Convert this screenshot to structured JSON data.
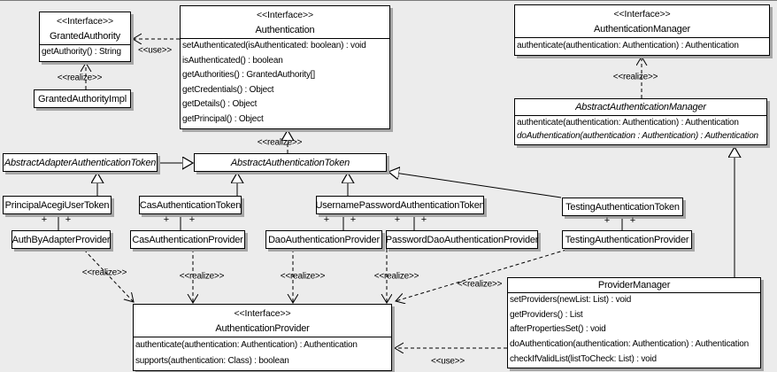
{
  "labels": {
    "realize": "<<realize>>",
    "use": "<<use>>",
    "plus": "+"
  },
  "colors": {
    "background": "#ececec",
    "box_fill": "#ffffff",
    "line": "#000000",
    "shadow": "#a6a6a6"
  },
  "classes": {
    "granted_authority": {
      "stereotype": "<<Interface>>",
      "name": "GrantedAuthority",
      "methods": [
        "getAuthority() : String"
      ]
    },
    "granted_authority_impl": {
      "name": "GrantedAuthorityImpl"
    },
    "authentication": {
      "stereotype": "<<Interface>>",
      "name": "Authentication",
      "methods": [
        "setAuthenticated(isAuthenticated: boolean) : void",
        "isAuthenticated() : boolean",
        "getAuthorities() : GrantedAuthority[]",
        "getCredentials() : Object",
        "getDetails() : Object",
        "getPrincipal() : Object"
      ]
    },
    "authentication_manager": {
      "stereotype": "<<Interface>>",
      "name": "AuthenticationManager",
      "methods": [
        "authenticate(authentication: Authentication) : Authentication"
      ]
    },
    "abstract_authentication_manager": {
      "name": "AbstractAuthenticationManager",
      "methods": [
        "authenticate(authentication: Authentication) : Authentication",
        "doAuthentication(authentication : Authentication) : Authentication"
      ]
    },
    "abstract_adapter_authentication_token": {
      "name": "AbstractAdapterAuthenticationToken"
    },
    "abstract_authentication_token": {
      "name": "AbstractAuthenticationToken"
    },
    "principal_acegi_user_token": {
      "name": "PrincipalAcegiUserToken"
    },
    "cas_authentication_token": {
      "name": "CasAuthenticationToken"
    },
    "username_password_authentication_token": {
      "name": "UsernamePasswordAuthenticationToken"
    },
    "testing_authentication_token": {
      "name": "TestingAuthenticationToken"
    },
    "auth_by_adapter_provider": {
      "name": "AuthByAdapterProvider"
    },
    "cas_authentication_provider": {
      "name": "CasAuthenticationProvider"
    },
    "dao_authentication_provider": {
      "name": "DaoAuthenticationProvider"
    },
    "password_dao_authentication_provider": {
      "name": "PasswordDaoAuthenticationProvider"
    },
    "testing_authentication_provider": {
      "name": "TestingAuthenticationProvider"
    },
    "authentication_provider": {
      "stereotype": "<<Interface>>",
      "name": "AuthenticationProvider",
      "methods": [
        "authenticate(authentication: Authentication) : Authentication",
        "supports(authentication: Class) : boolean"
      ]
    },
    "provider_manager": {
      "name": "ProviderManager",
      "methods": [
        "setProviders(newList: List) : void",
        "getProviders() : List",
        "afterPropertiesSet() : void",
        "doAuthentication(authentication: Authentication) : Authentication",
        "checkIfValidList(listToCheck: List) : void"
      ]
    }
  }
}
